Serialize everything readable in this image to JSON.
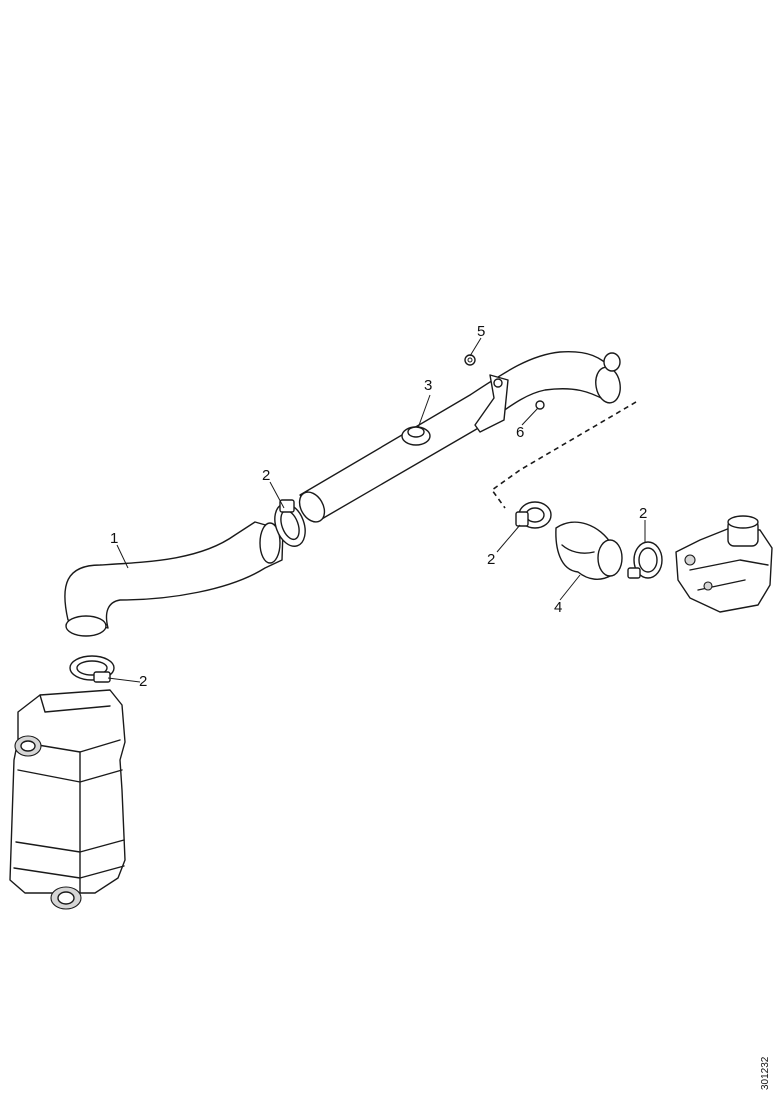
{
  "callouts": {
    "c1": "1",
    "c2_lower": "2",
    "c2_upper": "2",
    "c2_right_low": "2",
    "c2_right_high": "2",
    "c3": "3",
    "c4": "4",
    "c5": "5",
    "c6": "6"
  },
  "reference_number": "301232"
}
